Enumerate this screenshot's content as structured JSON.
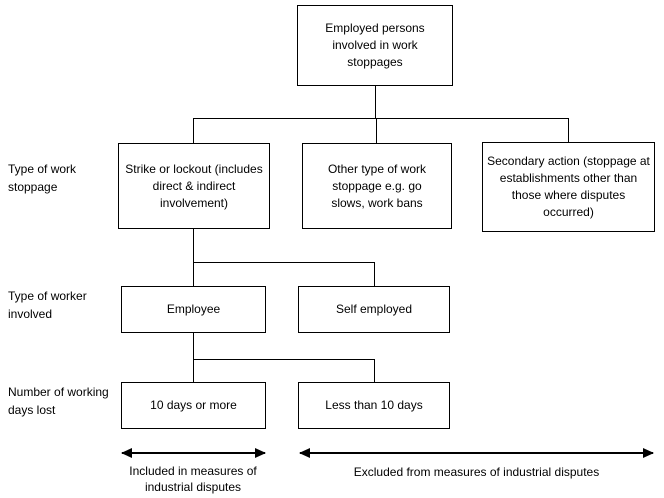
{
  "diagram": {
    "root": {
      "label": "Employed persons involved in work stoppages"
    },
    "rows": [
      {
        "label": "Type of work stoppage",
        "boxes": [
          "Strike or lockout (includes direct & indirect involvement)",
          "Other type of work stoppage e.g. go slows, work bans",
          "Secondary action (stoppage at establishments other than those where disputes occurred)"
        ]
      },
      {
        "label": "Type of worker involved",
        "boxes": [
          "Employee",
          "Self employed"
        ]
      },
      {
        "label": "Number of working days lost",
        "boxes": [
          "10 days or more",
          "Less than 10 days"
        ]
      }
    ],
    "legend": [
      {
        "label": "Included in measures of industrial disputes"
      },
      {
        "label": "Excluded from measures of industrial disputes"
      }
    ],
    "colors": {
      "line": "#000000",
      "text": "#000000",
      "background": "#ffffff"
    }
  }
}
